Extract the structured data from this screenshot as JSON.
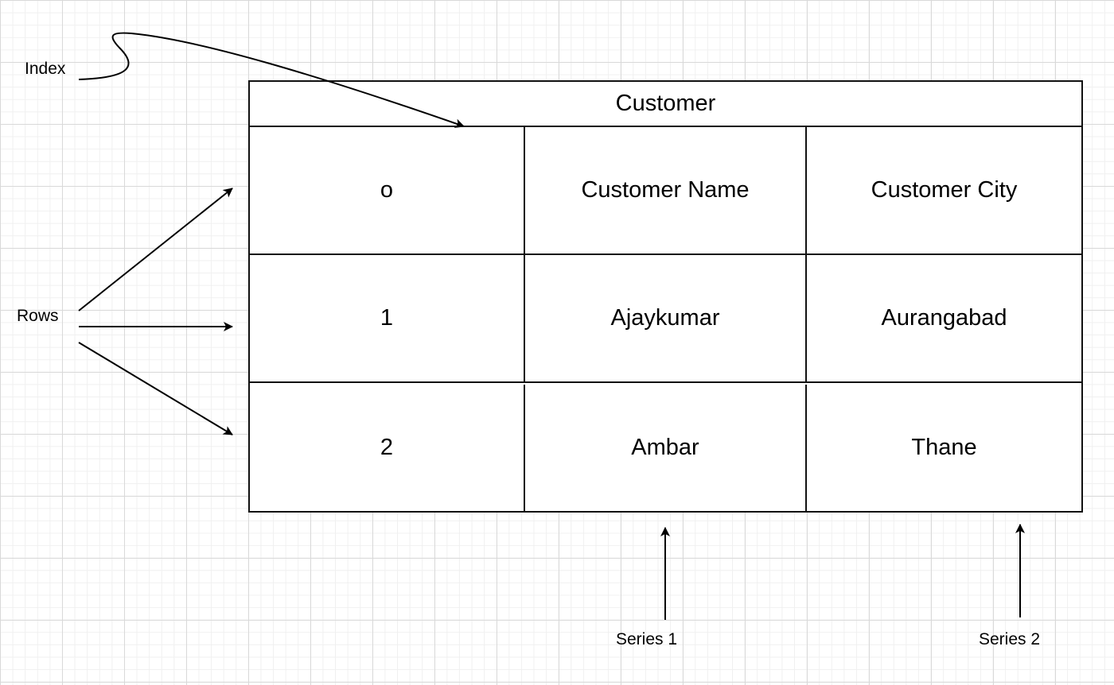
{
  "labels": {
    "index": "Index",
    "rows": "Rows",
    "series1": "Series 1",
    "series2": "Series 2"
  },
  "table": {
    "title": "Customer",
    "rows": [
      [
        "o",
        "Customer Name",
        "Customer City"
      ],
      [
        "1",
        "Ajaykumar",
        "Aurangabad"
      ],
      [
        "2",
        "Ambar",
        "Thane"
      ]
    ]
  }
}
